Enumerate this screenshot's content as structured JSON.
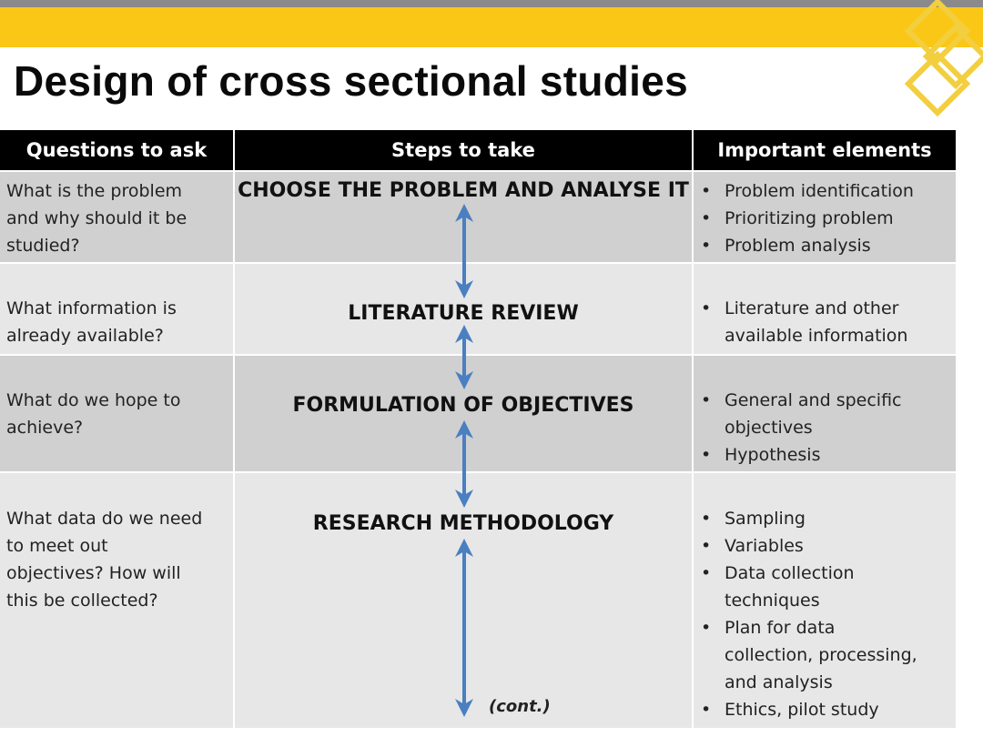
{
  "title": "Design of cross sectional studies",
  "headers": [
    "Questions to ask",
    "Steps to take",
    "Important elements"
  ],
  "rows": [
    {
      "question": [
        "What is the problem",
        "and why should it be",
        "studied?"
      ],
      "step": "CHOOSE THE PROBLEM AND ANALYSE IT",
      "elements": [
        [
          "Problem identification"
        ],
        [
          "Prioritizing problem"
        ],
        [
          "Problem analysis"
        ]
      ]
    },
    {
      "question": [
        "What information is",
        "already available?"
      ],
      "step": "LITERATURE REVIEW",
      "elements": [
        [
          "Literature and other",
          "available information"
        ]
      ]
    },
    {
      "question": [
        "What do we hope to",
        "achieve?"
      ],
      "step": "FORMULATION OF OBJECTIVES",
      "elements": [
        [
          "General and specific",
          "objectives"
        ],
        [
          "Hypothesis"
        ]
      ]
    },
    {
      "question": [
        "What data do we need",
        "to meet out",
        "objectives? How will",
        "this be collected?"
      ],
      "step": "RESEARCH METHODOLOGY",
      "elements": [
        [
          "Sampling"
        ],
        [
          "Variables"
        ],
        [
          "Data collection",
          "techniques"
        ],
        [
          "Plan for data",
          "collection, processing,",
          "and analysis"
        ],
        [
          "Ethics, pilot study"
        ]
      ]
    }
  ],
  "cont_label": "(cont.)",
  "colors": {
    "accent": "#fbc717",
    "header_bg": "#000000",
    "arrow": "#4a7fc1",
    "row_dark": "#d0d0d0",
    "row_light": "#e7e7e7"
  }
}
